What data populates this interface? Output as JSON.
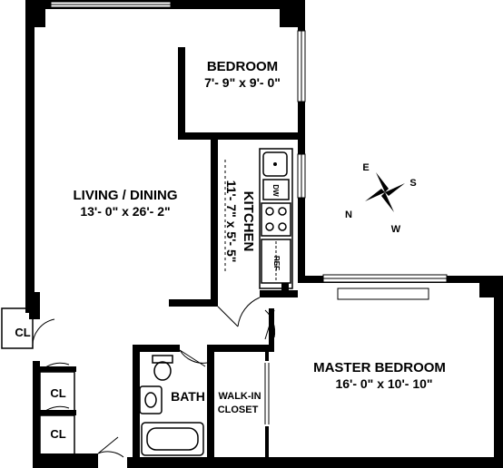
{
  "rooms": {
    "bedroom": {
      "name": "BEDROOM",
      "dims": "7'- 9\" x 9'- 0\""
    },
    "living": {
      "name": "LIVING / DINING",
      "dims": "13'- 0\" x 26'- 2\""
    },
    "kitchen": {
      "name": "KITCHEN",
      "dims": "11'- 7\" x 5'- 5\""
    },
    "master": {
      "name": "MASTER BEDROOM",
      "dims": "16'- 0\" x 10'- 10\""
    },
    "bath": {
      "name": "BATH"
    },
    "walkin": {
      "line1": "WALK-IN",
      "line2": "CLOSET"
    },
    "closets": [
      "CL",
      "CL",
      "CL"
    ]
  },
  "appliances": {
    "dishwasher": "DW",
    "refrigerator": "REF"
  },
  "compass": {
    "n": "N",
    "e": "E",
    "s": "S",
    "w": "W"
  }
}
